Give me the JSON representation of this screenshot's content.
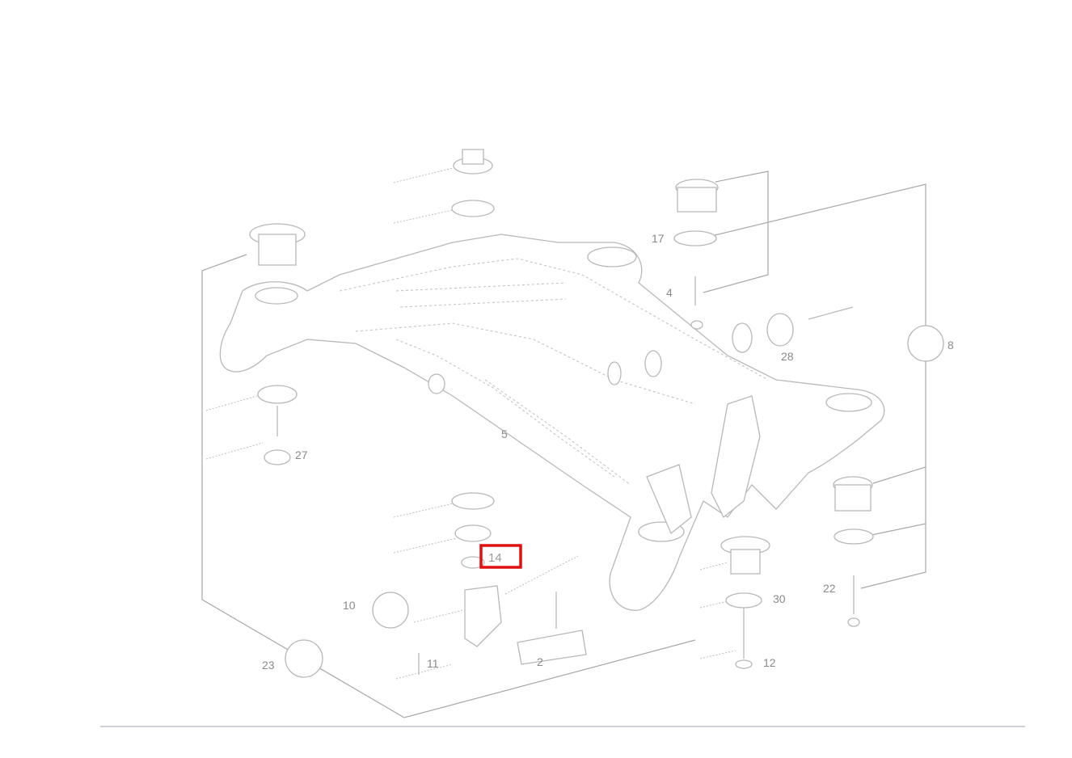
{
  "diagram": {
    "highlight": {
      "label": "14",
      "color": "#e01010"
    },
    "part_labels": [
      {
        "id": "label-17",
        "text": "17"
      },
      {
        "id": "label-4",
        "text": "4"
      },
      {
        "id": "label-8",
        "text": "8"
      },
      {
        "id": "label-28",
        "text": "28"
      },
      {
        "id": "label-5",
        "text": "5"
      },
      {
        "id": "label-27",
        "text": "27"
      },
      {
        "id": "label-12",
        "text": "12"
      },
      {
        "id": "label-30",
        "text": "30"
      },
      {
        "id": "label-22",
        "text": "22"
      },
      {
        "id": "label-23",
        "text": "23"
      },
      {
        "id": "label-11",
        "text": "11"
      },
      {
        "id": "label-10",
        "text": "10"
      },
      {
        "id": "label-2",
        "text": "2"
      }
    ]
  },
  "colors": {
    "line": "#bdbdbd",
    "frame": "#a8a8a8",
    "footer_rule": "#9fa3b0",
    "background": "#ffffff"
  }
}
